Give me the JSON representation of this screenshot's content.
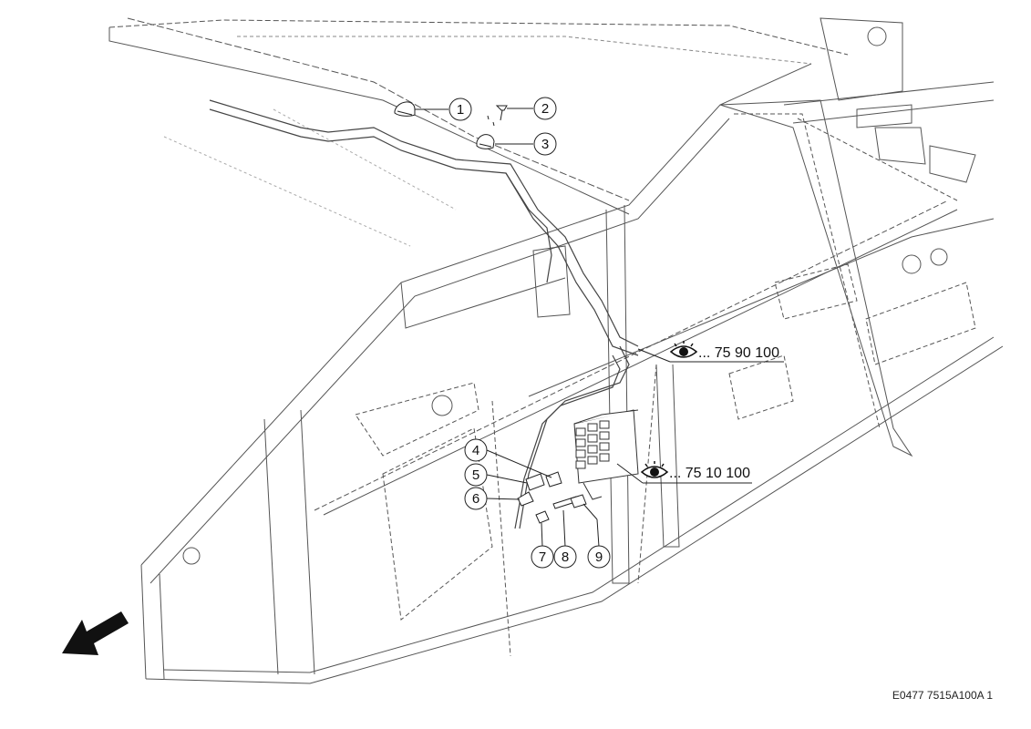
{
  "callouts": [
    {
      "id": "1",
      "label": "1"
    },
    {
      "id": "2",
      "label": "2"
    },
    {
      "id": "3",
      "label": "3"
    },
    {
      "id": "4",
      "label": "4"
    },
    {
      "id": "5",
      "label": "5"
    },
    {
      "id": "6",
      "label": "6"
    },
    {
      "id": "7",
      "label": "7"
    },
    {
      "id": "8",
      "label": "8"
    },
    {
      "id": "9",
      "label": "9"
    }
  ],
  "references": [
    {
      "text": "... 75 90 100",
      "icon": "eye-icon"
    },
    {
      "text": "... 75 10 100",
      "icon": "eye-icon"
    }
  ],
  "drawing_code": "E0477 7515A100A 1",
  "direction_icon": "arrow-down-left-icon"
}
